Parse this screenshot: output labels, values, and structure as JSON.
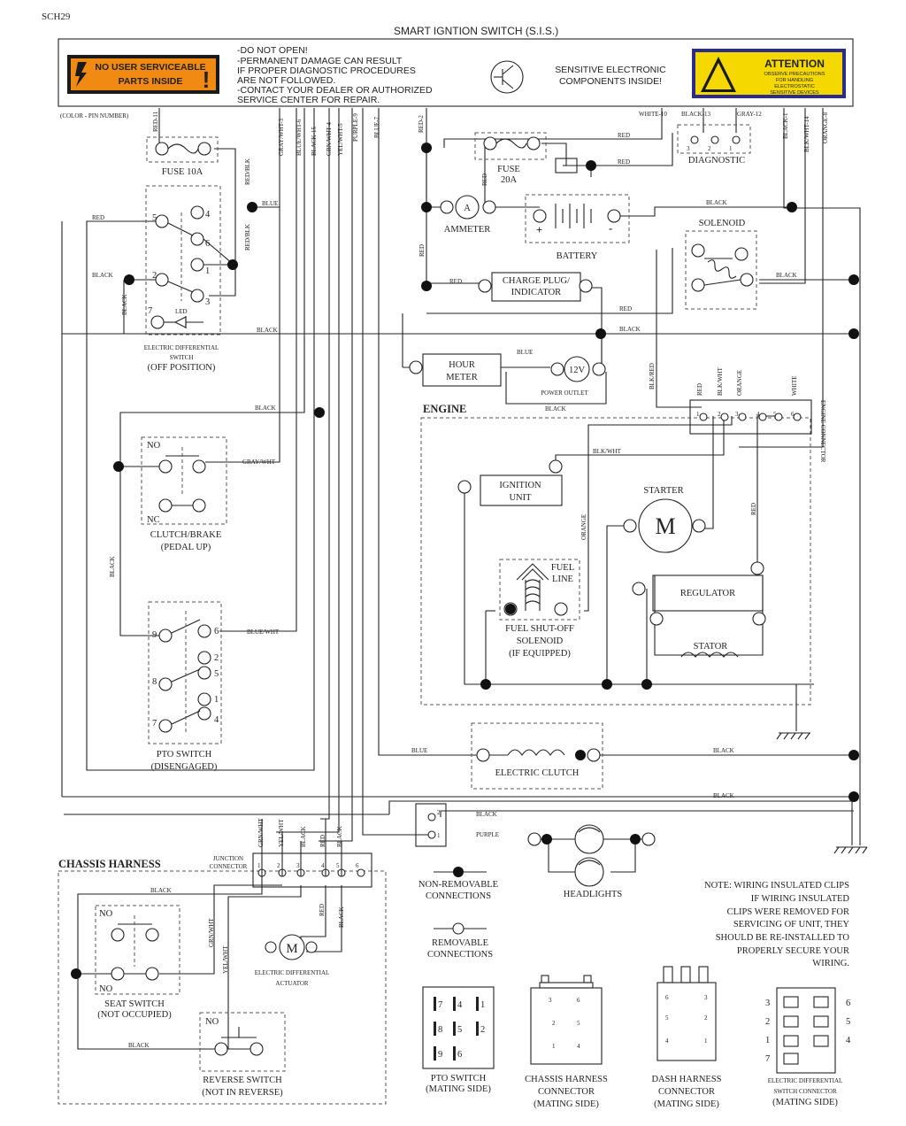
{
  "doc_id": "SCH29",
  "title": "SMART IGNTION SWITCH (S.I.S.)",
  "sis_panel": {
    "badge_line1": "NO USER SERVICEABLE",
    "badge_line2": "PARTS INSIDE",
    "warnings": [
      "-DO NOT OPEN!",
      "-PERMANENT DAMAGE CAN RESULT",
      " IF PROPER DIAGNOSTIC PROCEDURES",
      " ARE NOT FOLLOWED.",
      "-CONTACT YOUR DEALER OR AUTHORIZED",
      " SERVICE CENTER FOR REPAIR."
    ],
    "sensitive_line1": "SENSITIVE ELECTRONIC",
    "sensitive_line2": "COMPONENTS INSIDE!",
    "attention_title": "ATTENTION",
    "attention_lines": [
      "OBSERVE PRECAUTIONS",
      "FOR HANDLING",
      "ELECTROSTATIC",
      "SENSITIVE DEVICES"
    ]
  },
  "color_pin_note": "(COLOR - PIN NUMBER)",
  "sis_pins": [
    "RED-11",
    "GRAY/WHT-3",
    "BLUE/WHT-6",
    "BLACK-15",
    "GRN/WHT-4",
    "YEL/WHT-5",
    "PURPLE-9",
    "BLUE-7",
    "RED-2",
    "WHITE-10",
    "BLACK-13",
    "GRAY-12",
    "BLACK-1",
    "BLK/WHT-14",
    "ORANGE-8"
  ],
  "components": {
    "fuse10": "FUSE 10A",
    "fuse20_a": "FUSE",
    "fuse20_b": "20A",
    "diagnostic": "DIAGNOSTIC",
    "ammeter": "AMMETER",
    "ammeter_symbol": "A",
    "battery": "BATTERY",
    "solenoid": "SOLENOID",
    "charge_plug_a": "CHARGE PLUG/",
    "charge_plug_b": "INDICATOR",
    "hour_meter_a": "HOUR",
    "hour_meter_b": "METER",
    "power_outlet": "POWER OUTLET",
    "power_outlet_symbol": "12V",
    "engine": "ENGINE",
    "engine_connector": "ENGINE CONNECTOR",
    "ignition_a": "IGNITION",
    "ignition_b": "UNIT",
    "starter": "STARTER",
    "motor_symbol": "M",
    "fuel_line_a": "FUEL",
    "fuel_line_b": "LINE",
    "fuel_solenoid": [
      "FUEL SHUT-OFF",
      "SOLENOID",
      "(IF EQUIPPED)"
    ],
    "regulator": "REGULATOR",
    "stator": "STATOR",
    "electric_clutch": "ELECTRIC CLUTCH",
    "headlights": "HEADLIGHTS",
    "elec_diff_switch": [
      "ELECTRIC DIFFERENTIAL",
      "SWITCH",
      "(OFF POSITION)"
    ],
    "led": "LED",
    "clutch_brake": [
      "CLUTCH/BRAKE",
      "(PEDAL UP)"
    ],
    "pto_switch": [
      "PTO SWITCH",
      "(DISENGAGED)"
    ],
    "chassis_harness": "CHASSIS HARNESS",
    "junction_connector": [
      "JUNCTION",
      "CONNECTOR"
    ],
    "seat_switch": [
      "SEAT SWITCH",
      "(NOT OCCUPIED)"
    ],
    "reverse_switch": [
      "REVERSE SWITCH",
      "(NOT IN REVERSE)"
    ],
    "elec_diff_actuator": [
      "ELECTRIC DIFFERENTIAL",
      "ACTUATOR"
    ],
    "no": "NO",
    "nc": "NC"
  },
  "wire_labels": {
    "red": "RED",
    "black": "BLACK",
    "blue": "BLUE",
    "red_blk": "RED/BLK",
    "blk_red": "BLK/RED",
    "blk_wht": "BLK/WHT",
    "gray_wht": "GRAY/WHT",
    "blue_wht": "BLUE/WHT",
    "orange": "ORANGE",
    "white": "WHITE",
    "purple": "PURPLE",
    "grn_wht": "GRN/WHT",
    "yel_wht": "YEL/WHT"
  },
  "legend": {
    "nonremovable": [
      "NON-REMOVABLE",
      "CONNECTIONS"
    ],
    "removable": [
      "REMOVABLE",
      "CONNECTIONS"
    ]
  },
  "note": [
    "NOTE: WIRING INSULATED CLIPS",
    "IF WIRING INSULATED",
    "CLIPS WERE REMOVED FOR",
    "SERVICING OF UNIT, THEY",
    "SHOULD BE RE-INSTALLED TO",
    "PROPERLY SECURE YOUR",
    "WIRING."
  ],
  "connectors": {
    "pto": [
      "PTO SWITCH",
      "(MATING SIDE)"
    ],
    "chassis": [
      "CHASSIS HARNESS",
      "CONNECTOR",
      "(MATING SIDE)"
    ],
    "dash": [
      "DASH HARNESS",
      "CONNECTOR",
      "(MATING SIDE)"
    ],
    "ediff": [
      "ELECTRIC DIFFERENTIAL",
      "SWITCH CONNECTOR",
      "(MATING SIDE)"
    ]
  },
  "pin_numbers": [
    "1",
    "2",
    "3",
    "4",
    "5",
    "6",
    "7",
    "8",
    "9"
  ]
}
